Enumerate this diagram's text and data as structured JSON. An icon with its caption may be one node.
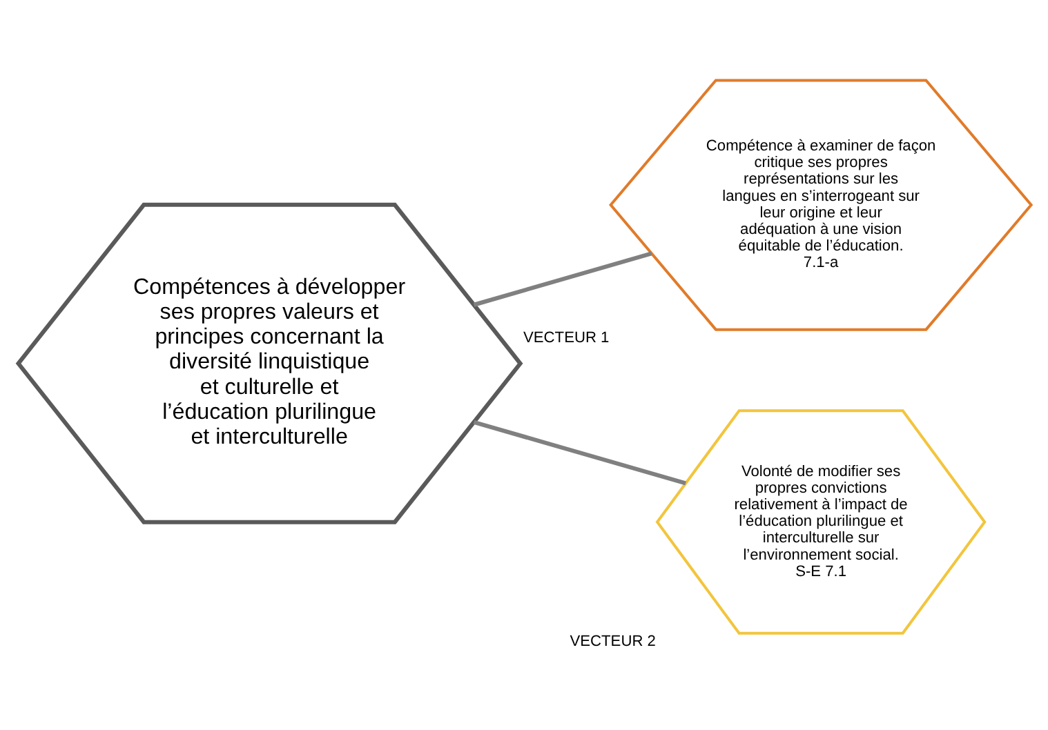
{
  "diagram": {
    "nodes": [
      {
        "text": [
          "Compétences à développer ses propres valeurs et principes concernant la diversité linquistique et culturelle et l’éducation plurilingue et interculturelle"
        ]
      },
      {
        "text": [
          "VECTEUR 1",
          "Compétence à examiner de façon critique ses propres représentations sur les langues en s’interrogeant sur leur origine et leur adéquation à une vision équitable de l’éducation.",
          "7.1-a"
        ]
      },
      {
        "text": [
          "VECTEUR 2",
          "Volonté de modifier ses propres convictions relativement à l’impact de l’éducation plurilingue et interculturelle sur l’environnement social.",
          "S-E 7.1"
        ]
      }
    ],
    "edges": [
      {
        "from": 0,
        "to": 1,
        "arrow": "none"
      },
      {
        "from": 0,
        "to": 2,
        "arrow": "none"
      }
    ]
  }
}
